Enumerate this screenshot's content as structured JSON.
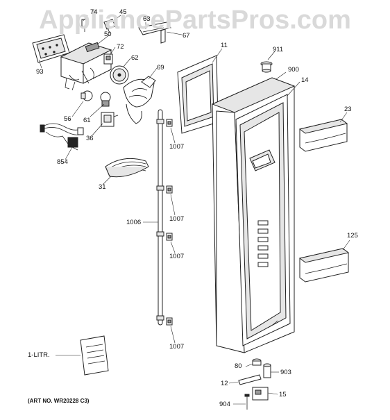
{
  "watermark": "AppliancePartsPros.com",
  "art_number": "(ART NO. WR20228 C3)",
  "callouts": {
    "c74": "74",
    "c45": "45",
    "c63": "63",
    "c50": "50",
    "c67": "67",
    "c72": "72",
    "c93": "93",
    "c62": "62",
    "c69": "69",
    "c11": "11",
    "c911": "911",
    "c900": "900",
    "c14": "14",
    "c56": "56",
    "c61": "61",
    "c36": "36",
    "c23": "23",
    "c854": "854",
    "c1007a": "1007",
    "c31": "31",
    "c1007b": "1007",
    "c1006": "1006",
    "c125": "125",
    "c1007c": "1007",
    "c1007d": "1007",
    "c1litr": "1-LITR.",
    "c80": "80",
    "c903": "903",
    "c12": "12",
    "c15": "15",
    "c904": "904"
  }
}
